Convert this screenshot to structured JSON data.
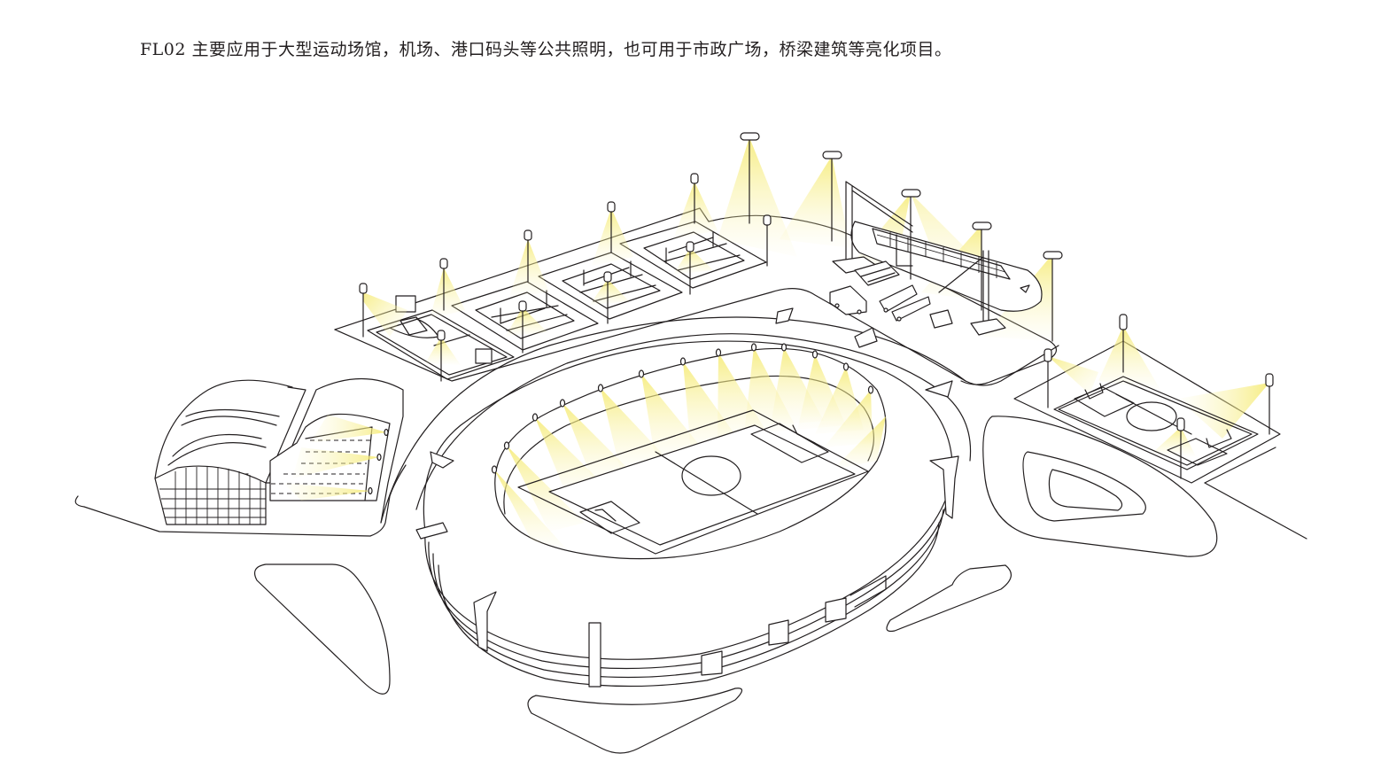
{
  "caption": "FL02 主要应用于大型运动场馆，机场、港口码头等公共照明，也可用于市政广场，桥梁建筑等亮化项目。",
  "colors": {
    "line": "#231f20",
    "light_beam": "#f8f09a",
    "background": "#ffffff"
  },
  "illustration": {
    "scenes": [
      "indoor-arena",
      "basketball-court",
      "tennis-courts",
      "stadium",
      "container-port",
      "soccer-field"
    ]
  }
}
